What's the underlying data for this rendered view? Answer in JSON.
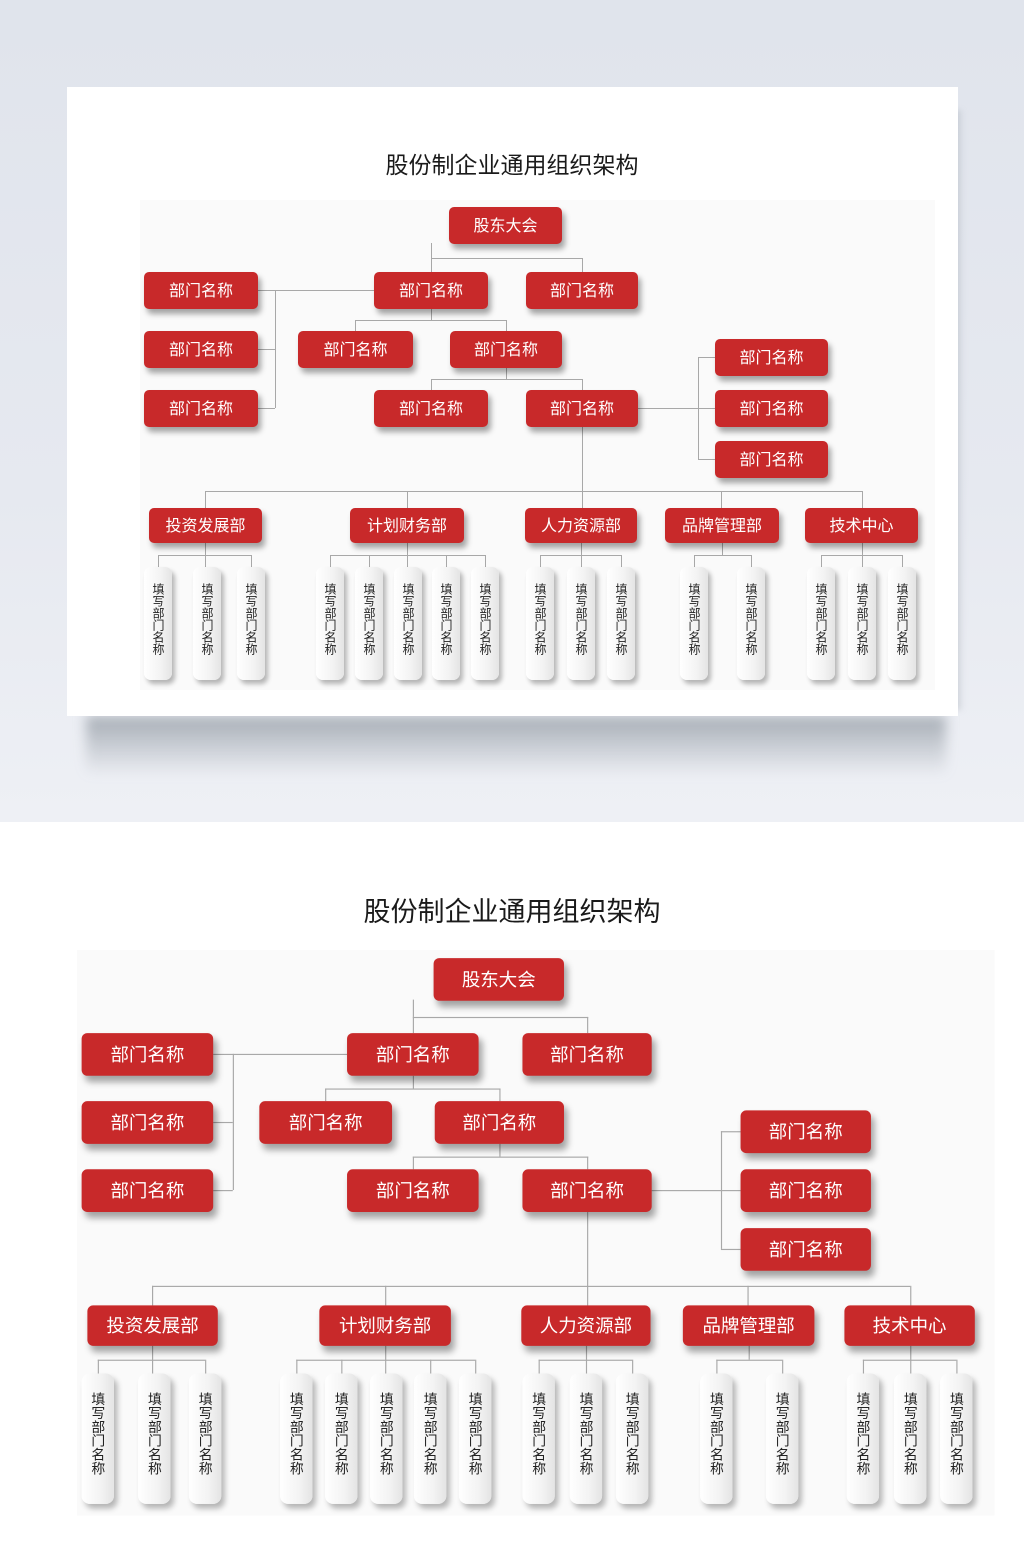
{
  "title": "股份制企业通用组织架构",
  "colors": {
    "node_red": "#c8292a",
    "connector": "#a8a8a8",
    "background_top": "#e2e6ee",
    "card": "#ffffff"
  },
  "org": {
    "root": "股东大会",
    "level2": [
      "部门名称",
      "部门名称",
      "部门名称"
    ],
    "left_column": [
      "部门名称",
      "部门名称",
      "部门名称"
    ],
    "level3": [
      "部门名称",
      "部门名称"
    ],
    "level4": [
      "部门名称",
      "部门名称"
    ],
    "right_column": [
      "部门名称",
      "部门名称",
      "部门名称"
    ],
    "departments": [
      {
        "name": "投资发展部",
        "subs": [
          "填写部门名称",
          "填写部门名称",
          "填写部门名称"
        ]
      },
      {
        "name": "计划财务部",
        "subs": [
          "填写部门名称",
          "填写部门名称",
          "填写部门名称",
          "填写部门名称",
          "填写部门名称"
        ]
      },
      {
        "name": "人力资源部",
        "subs": [
          "填写部门名称",
          "填写部门名称",
          "填写部门名称"
        ]
      },
      {
        "name": "品牌管理部",
        "subs": [
          "填写部门名称",
          "填写部门名称"
        ]
      },
      {
        "name": "技术中心",
        "subs": [
          "填写部门名称",
          "填写部门名称",
          "填写部门名称"
        ]
      }
    ]
  }
}
